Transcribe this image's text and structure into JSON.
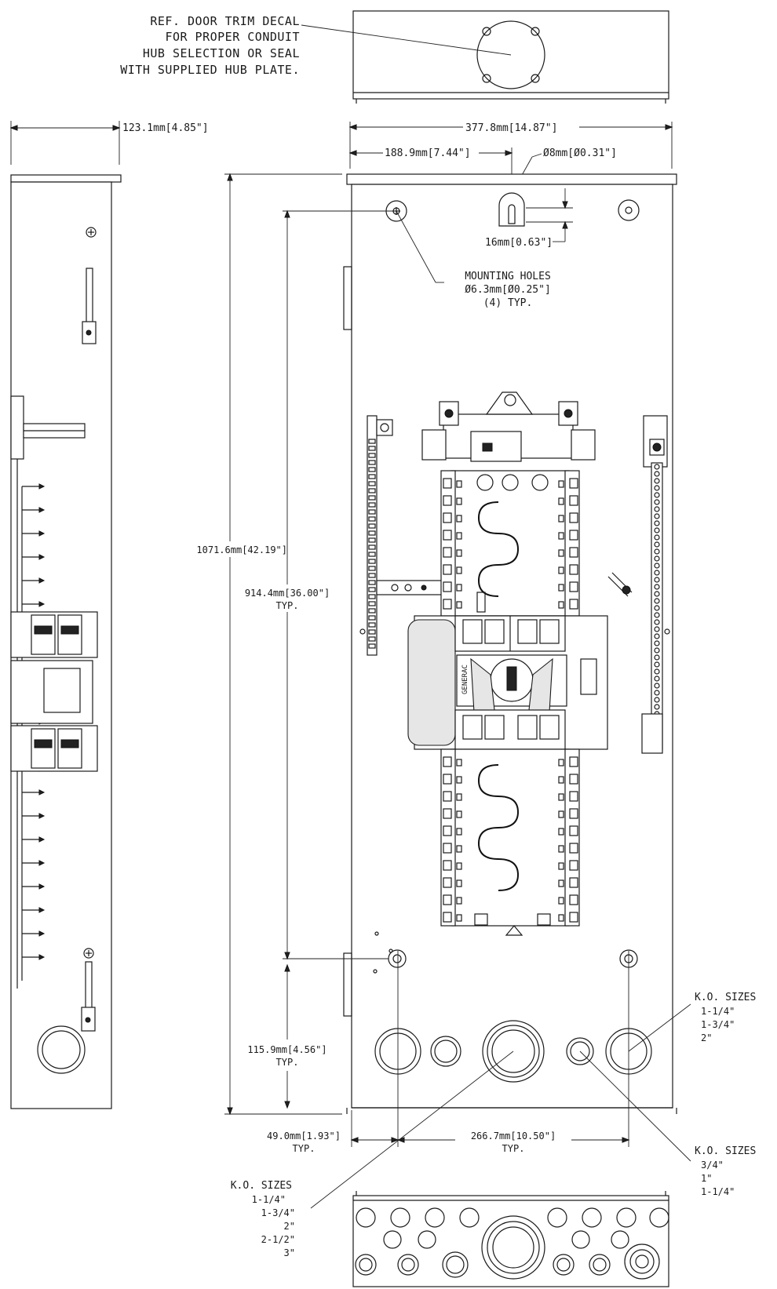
{
  "callouts": {
    "door_trim": [
      "REF. DOOR TRIM DECAL",
      "FOR PROPER CONDUIT",
      "HUB SELECTION OR SEAL",
      "WITH SUPPLIED HUB PLATE."
    ],
    "mounting_holes": [
      "MOUNTING HOLES",
      "Ø6.3mm[Ø0.25\"]",
      "(4) TYP."
    ],
    "ko_sizes_right": [
      "K.O. SIZES",
      "1-1/4\"",
      "1-3/4\"",
      "2\""
    ],
    "ko_sizes_lower_right": [
      "K.O. SIZES",
      "3/4\"",
      "1\"",
      "1-1/4\""
    ],
    "ko_sizes_lower_left": [
      "K.O. SIZES",
      "1-1/4\"",
      "1-3/4\"",
      "2\"",
      "2-1/2\"",
      "3\""
    ]
  },
  "dimensions": {
    "side_depth": "123.1mm[4.85\"]",
    "overall_width": "377.8mm[14.87\"]",
    "half_width": "188.9mm[7.44\"]",
    "keyhole_dia": "Ø8mm[Ø0.31\"]",
    "keyhole_drop": "16mm[0.63\"]",
    "overall_height": "1071.6mm[42.19\"]",
    "mount_height": "914.4mm[36.00\"]",
    "mount_height_typ": "TYP.",
    "bottom_offset": "115.9mm[4.56\"]",
    "bottom_offset_typ": "TYP.",
    "side_offset": "49.0mm[1.93\"]",
    "side_offset_typ": "TYP.",
    "hole_spacing": "266.7mm[10.50\"]",
    "hole_spacing_typ": "TYP."
  },
  "labels": {
    "brand": "GENERAC"
  }
}
